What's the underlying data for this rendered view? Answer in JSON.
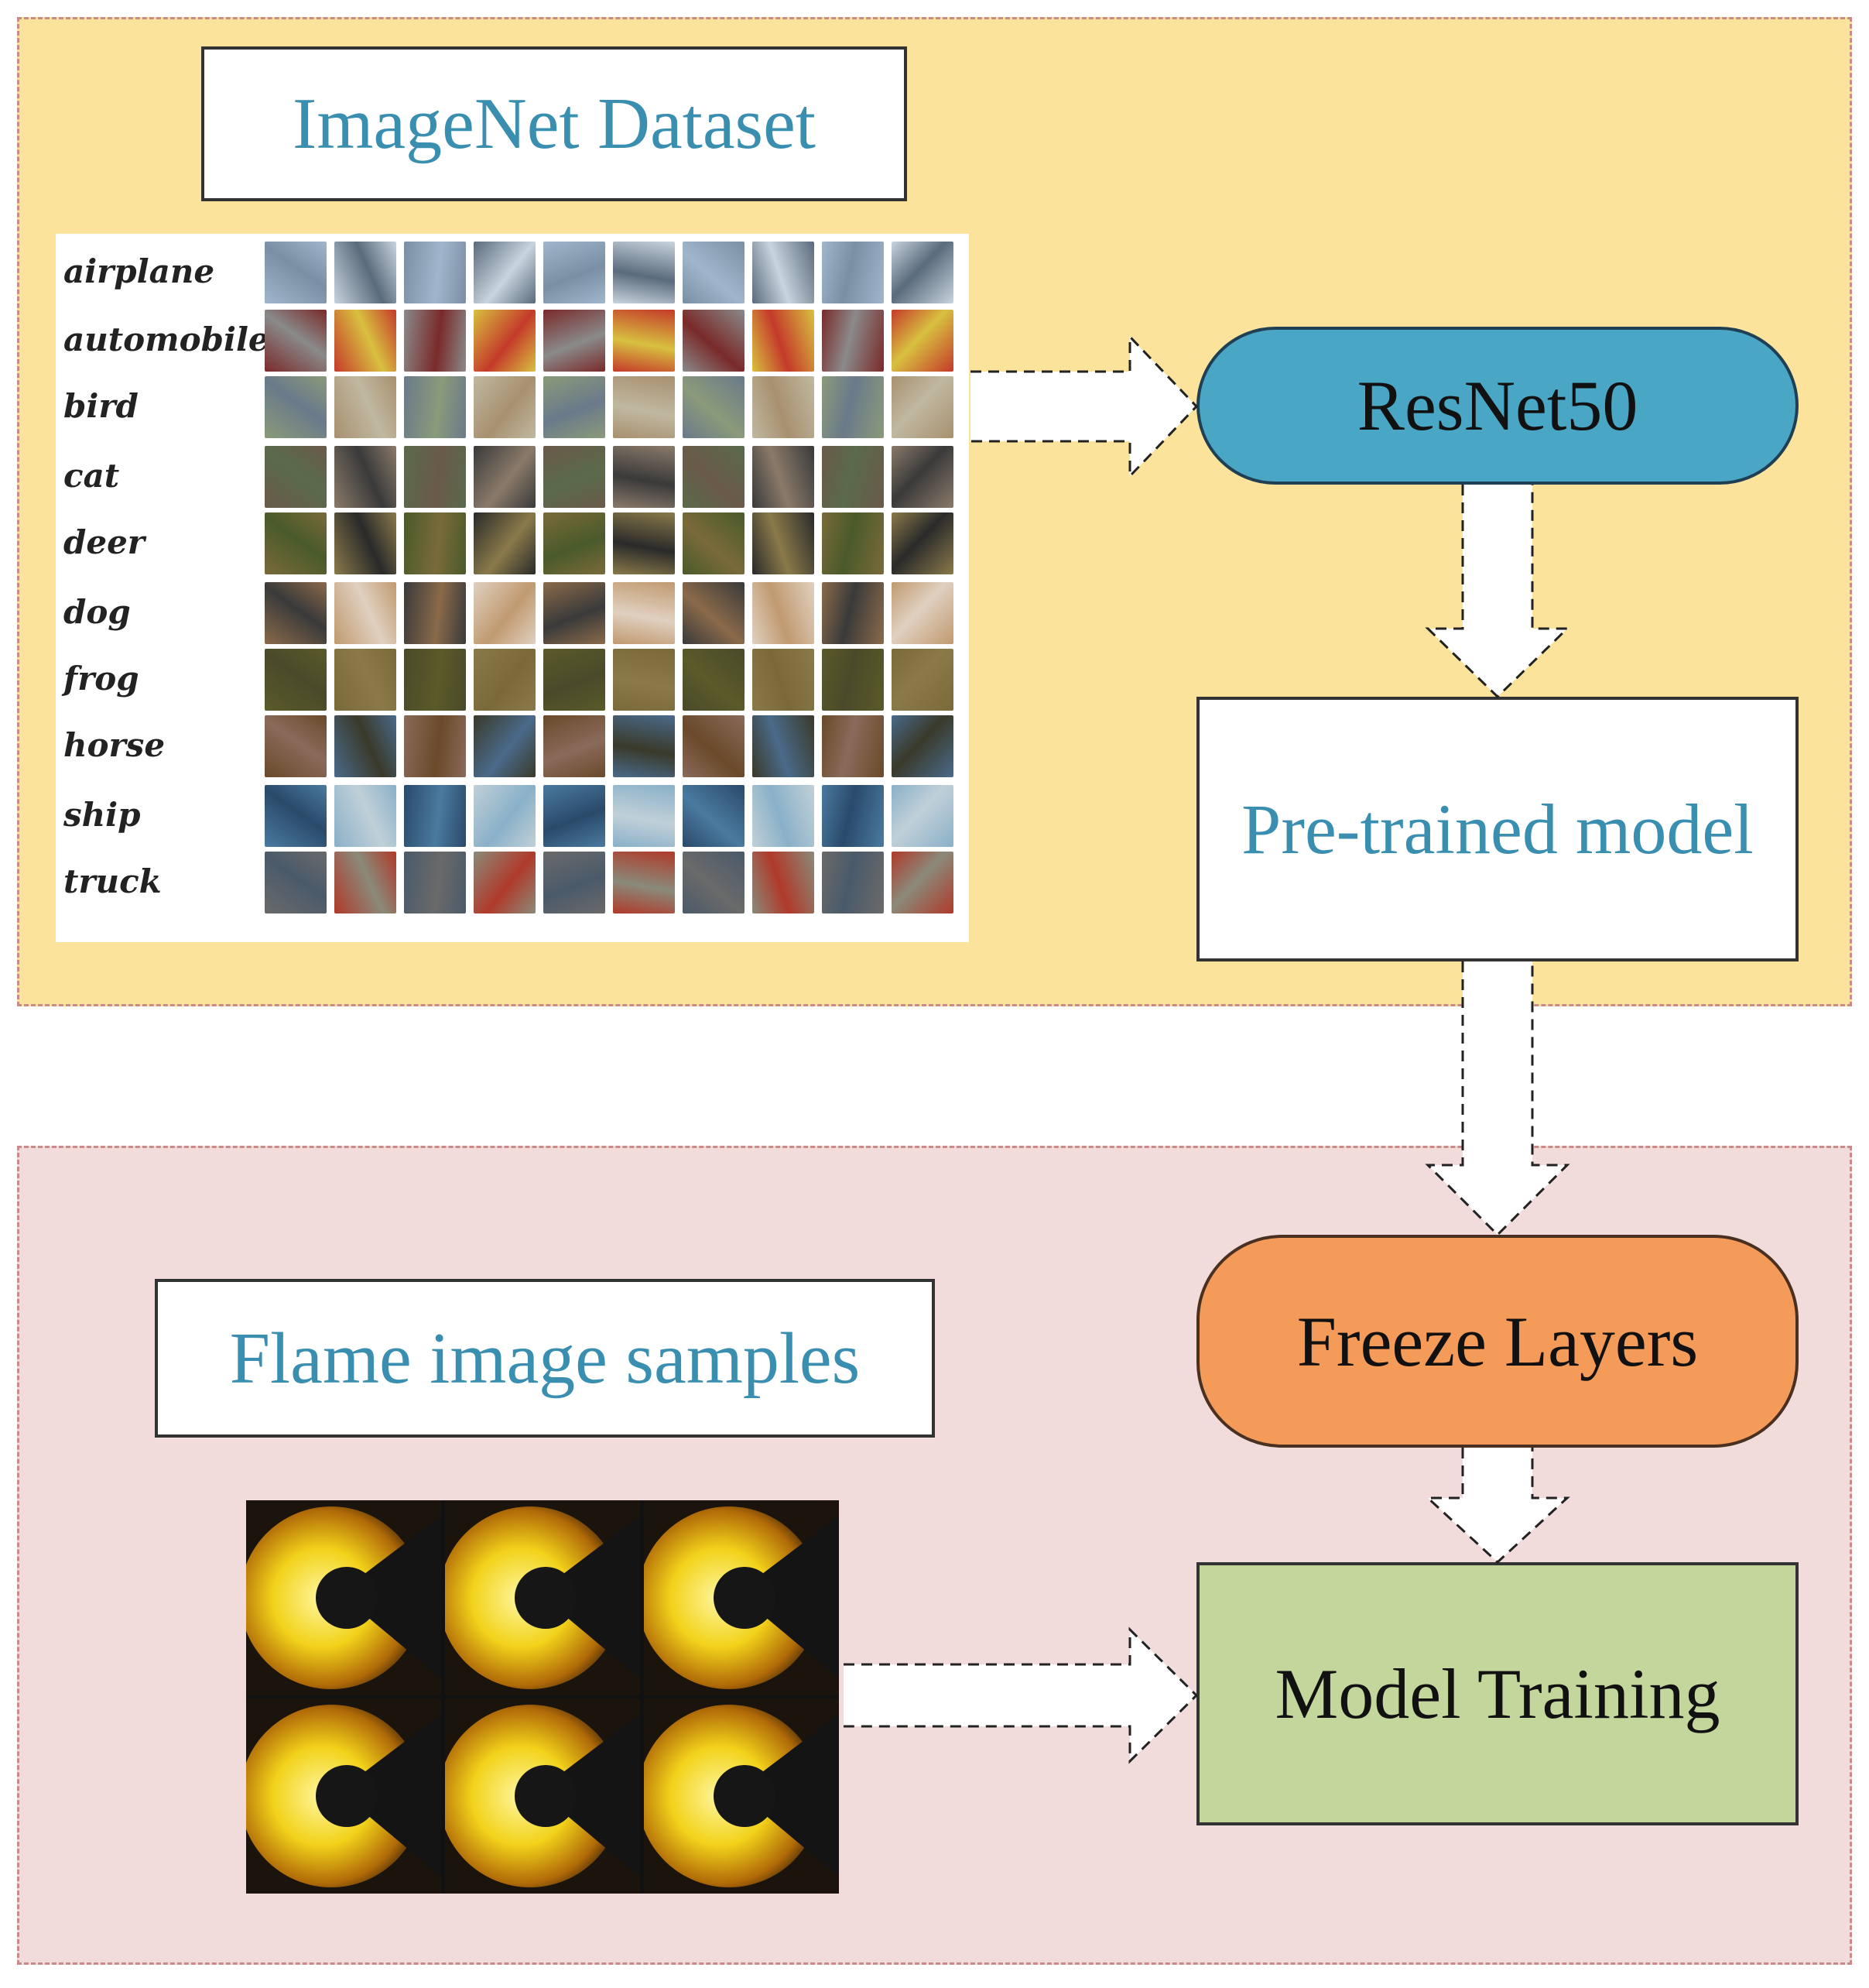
{
  "colors": {
    "top_region_fill": "#fce39c",
    "bottom_region_fill": "#f2dcdb",
    "region_border": "#c98a8a",
    "title_text": "#3a8fb0",
    "resnet_fill": "#4aa6c5",
    "freeze_fill": "#f59b59",
    "training_fill": "#c3d69b"
  },
  "imagenet": {
    "title": "ImageNet Dataset",
    "classes": [
      "airplane",
      "automobile",
      "bird",
      "cat",
      "deer",
      "dog",
      "frog",
      "horse",
      "ship",
      "truck"
    ],
    "images_per_class": 10
  },
  "nodes": {
    "resnet": "ResNet50",
    "pretrained": "Pre-trained model",
    "freeze": "Freeze Layers",
    "training": "Model Training"
  },
  "flame": {
    "title": "Flame image samples",
    "rows": 2,
    "cols": 3
  }
}
